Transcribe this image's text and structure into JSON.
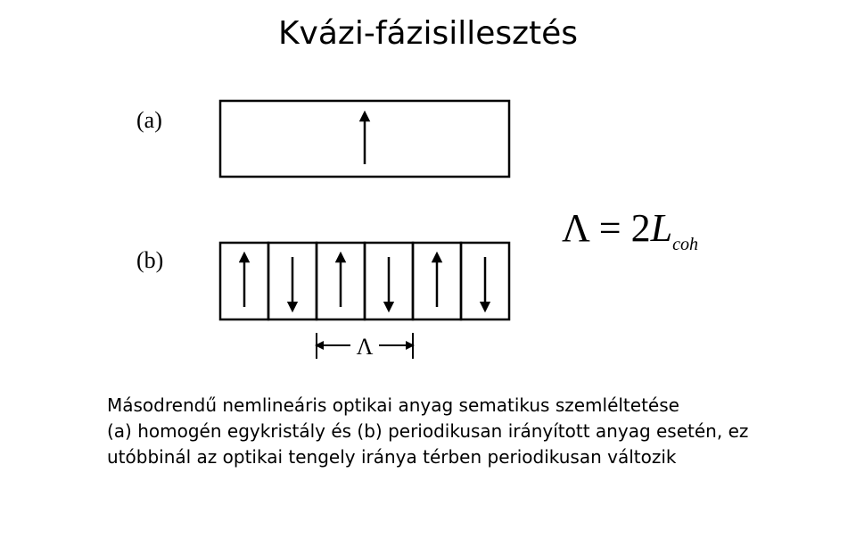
{
  "title": "Kvázi-fázisillesztés",
  "labels": {
    "a": "(a)",
    "b": "(b)"
  },
  "period_symbol": "Λ",
  "formula": {
    "lhs": "Λ",
    "eq": " = 2",
    "var": "L",
    "sub": "coh"
  },
  "domains_b": [
    "up",
    "down",
    "up",
    "down",
    "up",
    "down"
  ],
  "caption": {
    "line1": "Másodrendű nemlineáris optikai anyag sematikus szemléltetése",
    "line2": "(a) homogén egykristály és (b) periodikusan irányított anyag esetén, ez utóbbinál az optikai tengely iránya térben periodikusan változik"
  }
}
